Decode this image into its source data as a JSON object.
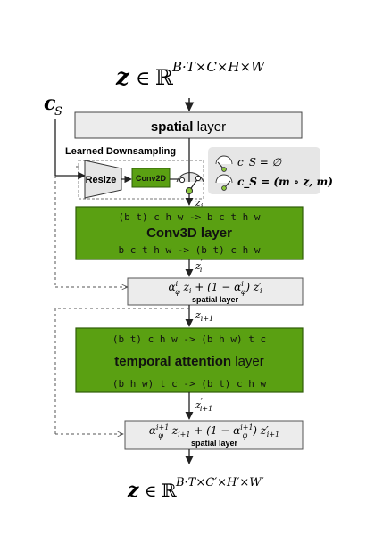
{
  "input_tensor": {
    "symbol": "z",
    "in": "∈",
    "field": "ℝ",
    "dims": "B·T×C×H×W"
  },
  "output_tensor": {
    "symbol": "z",
    "in": "∈",
    "field": "ℝ",
    "dims": "B·T×C′×H′×W′"
  },
  "condition": {
    "symbol": "c",
    "subscript": "S"
  },
  "spatial_layer": {
    "bold": "spatial",
    "rest": " layer"
  },
  "downsampling": {
    "title": "Learned Downsampling",
    "resize_label": "Resize",
    "conv2d_label": "Conv2D"
  },
  "switch_legend": {
    "option_empty": "c_S = ∅",
    "option_masked": "c_S = (m ∘ z, m)"
  },
  "signals": {
    "z_i": "z_i",
    "z_i_prime": "z′_i",
    "z_i1": "z_{i+1}",
    "z_i1_prime": "z′_{i+1}"
  },
  "conv3d_block": {
    "reshape_in": "(b t) c h w -> b c t h w",
    "title": "Conv3D layer",
    "reshape_out": "b c t h w -> (b t) c h w"
  },
  "temporal_block": {
    "reshape_in": "(b t) c h w -> (b h w) t c",
    "title_bold": "temporal attention",
    "title_rest": " layer",
    "reshape_out": "(b h w) t c -> (b t) c h w"
  },
  "mix_1": {
    "formula": "α^i_φ z_i + (1 − α^i_φ) z′_i",
    "label": "spatial layer"
  },
  "mix_2": {
    "formula": "α^{i+1}_φ z_{i+1} + (1 − α^{i+1}_φ) z′_{i+1}",
    "label": "spatial layer"
  },
  "colors": {
    "green_fill": "#5aa012",
    "green_stroke": "#2f5d08",
    "gray_fill": "#ececec",
    "legend_fill": "#e6e6e6",
    "switch_dot": "#8cc63f"
  }
}
